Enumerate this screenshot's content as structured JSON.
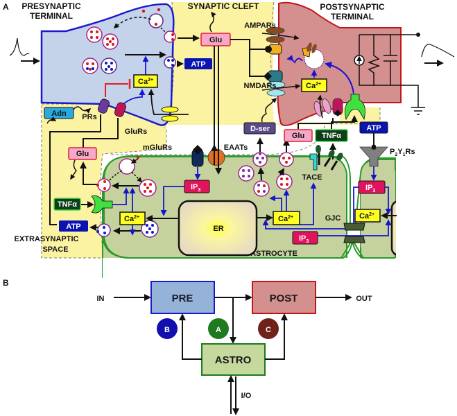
{
  "panel_a": {
    "panel_label": "A",
    "regions": {
      "presynaptic_line1": "PRESYNAPTIC",
      "presynaptic_line2": "TERMINAL",
      "synaptic_cleft": "SYNAPTIC CLEFT",
      "postsynaptic_line1": "POSTSYNAPTIC",
      "postsynaptic_line2": "TERMINAL",
      "extrasynaptic_line1": "EXTRASYNAPTIC",
      "extrasynaptic_line2": "SPACE",
      "astrocyte": "ASTROCYTE",
      "er": "ER"
    },
    "receptors": {
      "ampars": "AMPARs",
      "nmdars": "NMDARs",
      "mglurs": "mGluRs",
      "eaats": "EAATs",
      "glurs": "GluRs",
      "prs": "PRs",
      "tace": "TACE",
      "gjc": "GJC",
      "p2y1rs_p": "P",
      "p2y1rs_2": "2",
      "p2y1rs_y": "Y",
      "p2y1rs_1": "1",
      "p2y1rs_rs": "Rs"
    },
    "molecules": {
      "glu": "Glu",
      "atp": "ATP",
      "adn": "Adn",
      "ca": "Ca",
      "ca_sup": "2+",
      "ip": "IP",
      "ip_sub": "3",
      "dser": "D-ser",
      "tnf": "TNFα"
    }
  },
  "panel_b": {
    "panel_label": "B",
    "in_label": "IN",
    "out_label": "OUT",
    "io_label": "I/O",
    "blocks": {
      "pre": "PRE",
      "post": "POST",
      "astro": "ASTRO"
    },
    "pathways": {
      "a": "A",
      "b": "B",
      "c": "C"
    }
  },
  "colors": {
    "pre_fill": "#c5d3ea",
    "pre_stroke": "#1a1acc",
    "post_fill": "#d48f8f",
    "post_stroke": "#c0161a",
    "cleft_fill": "#fbf3a2",
    "astro_fill": "#c5d29e",
    "astro_stroke": "#2a9a2a",
    "glu_fill": "#f5a8c8",
    "atp_fill": "#0a14b4",
    "ip3_fill": "#e0145c",
    "ca_fill": "#ffff22",
    "tnf_fill": "#0e3d1c",
    "dser_fill": "#5a4a8a",
    "adn_fill": "#2aa8e0",
    "pathway_a": "#1e7a1e",
    "pathway_b": "#1010b0",
    "pathway_c": "#6e221a"
  }
}
